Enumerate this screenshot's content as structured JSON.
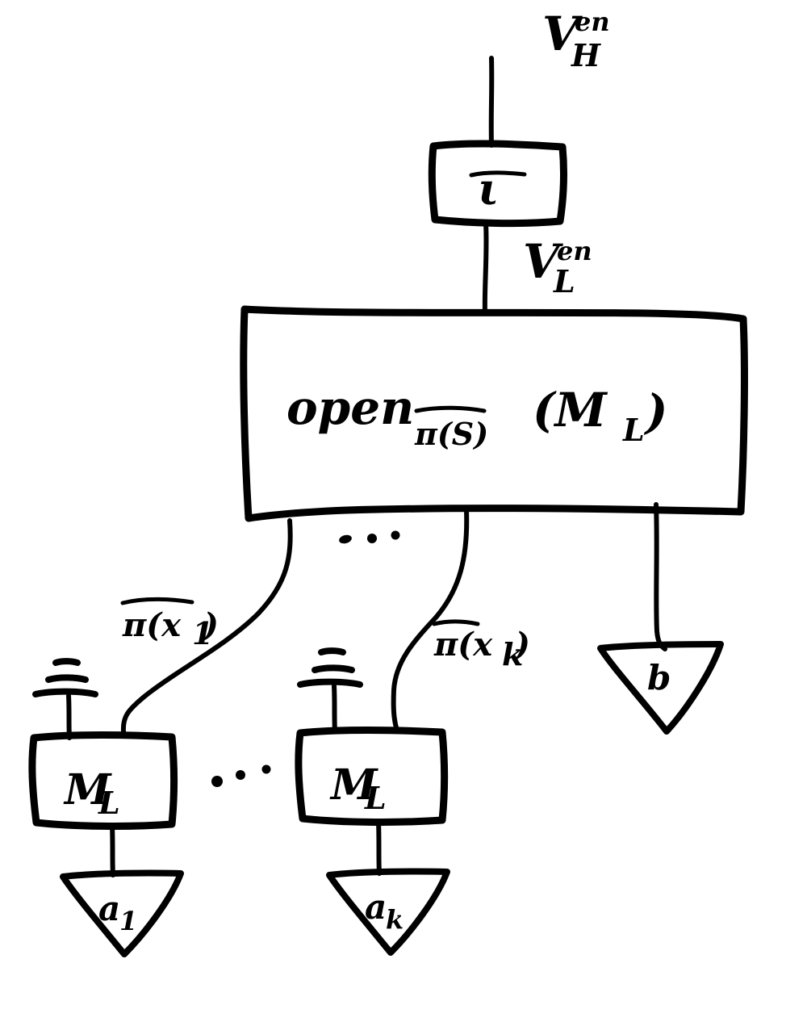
{
  "diagram": {
    "kind": "hand-drawn-circuit-diagram",
    "background_color": "#ffffff",
    "ink_color": "#000000",
    "top_wire_label": {
      "base": "V",
      "sub": "H",
      "sup": "en"
    },
    "mid_wire_label": {
      "base": "V",
      "sub": "L",
      "sup": "en"
    },
    "iota_box": {
      "label": "ι",
      "has_overbar": true
    },
    "main_box": {
      "label_base": "open",
      "label_sub": "π(S)",
      "label_sub_overbar": true,
      "label_arg": "(M",
      "label_arg_sub": "L",
      "label_arg_close": ")"
    },
    "edges": [
      {
        "label_base": "π(x",
        "label_sub": "1",
        "label_close": ")",
        "overbar": true
      },
      {
        "label_base": "π(x",
        "label_sub": "k",
        "label_close": ")",
        "overbar": true
      }
    ],
    "ellipsis_top": "· · ·",
    "ellipsis_bottom": "· · ·",
    "leaf_boxes": [
      {
        "label_base": "M",
        "label_sub": "L"
      },
      {
        "label_base": "M",
        "label_sub": "L"
      }
    ],
    "triangles": [
      {
        "label_base": "a",
        "label_sub": "1",
        "position": "bottom-left"
      },
      {
        "label_base": "a",
        "label_sub": "k",
        "position": "bottom-middle"
      },
      {
        "label_base": "b",
        "label_sub": "",
        "position": "right"
      }
    ],
    "ground_symbols": 2
  }
}
